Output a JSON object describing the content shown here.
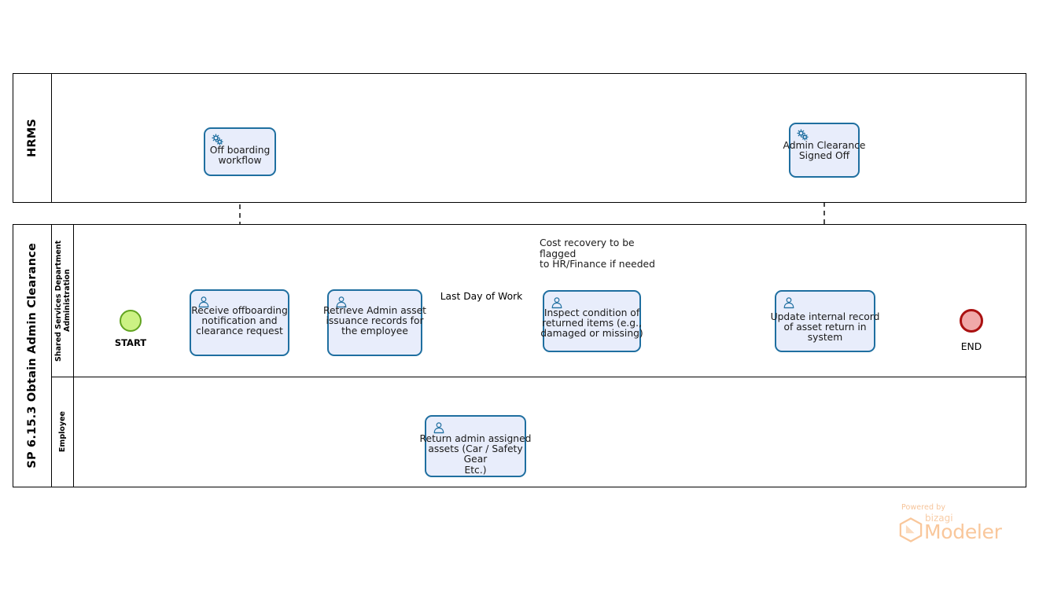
{
  "diagram": {
    "type": "bpmn",
    "notation": "BPMN 2.0 collaboration diagram"
  },
  "pools": [
    {
      "id": "hrms",
      "title": "HRMS",
      "lanes": []
    },
    {
      "id": "main",
      "title": "SP 6.15.3 Obtain Admin Clearance",
      "lanes": [
        {
          "id": "ssd",
          "label": "Shared Services Department\nAdministration"
        },
        {
          "id": "employee",
          "label": "Employee"
        }
      ]
    }
  ],
  "events": {
    "start": {
      "caption": "START",
      "type": "start-event"
    },
    "timer": {
      "caption": "Last Day of Work",
      "type": "intermediate-timer-event"
    },
    "end": {
      "caption": "END",
      "type": "end-event"
    }
  },
  "tasks": [
    {
      "id": "offboarding-workflow",
      "label": "Off boarding\nworkflow",
      "icon": "service-task-gear-icon",
      "lane": "hrms"
    },
    {
      "id": "admin-clearance-signed-off",
      "label": "Admin Clearance\nSigned Off",
      "icon": "service-task-gear-icon",
      "lane": "hrms"
    },
    {
      "id": "receive-offboarding-notification",
      "label": "Receive offboarding\nnotification and\nclearance request",
      "icon": "user-task-icon",
      "lane": "ssd"
    },
    {
      "id": "retrieve-admin-asset-records",
      "label": "Retrieve Admin asset\nissuance records for\nthe employee",
      "icon": "user-task-icon",
      "lane": "ssd"
    },
    {
      "id": "inspect-condition-returned-items",
      "label": "Inspect condition of\nreturned items (e.g.,\ndamaged or missing)",
      "icon": "user-task-icon",
      "lane": "ssd"
    },
    {
      "id": "update-internal-record",
      "label": "Update internal record\nof asset return in system",
      "icon": "user-task-icon",
      "lane": "ssd"
    },
    {
      "id": "return-admin-assigned-assets",
      "label": "Return admin  assigned\nassets (Car / Safety Gear\nEtc.)",
      "icon": "user-task-icon",
      "lane": "employee"
    }
  ],
  "annotations": [
    {
      "id": "cost-recovery-note",
      "text": "Cost recovery to be flagged\nto HR/Finance if needed"
    }
  ],
  "branding": {
    "powered_by": "Powered by",
    "brand": "bizagi",
    "product": "Modeler"
  },
  "colors": {
    "task_border": "#1F6FA0",
    "task_fill": "#E8EDFB",
    "start_border": "#62A420",
    "start_fill": "#CCF284",
    "end_border": "#AA1111",
    "end_fill": "#F0A9A9",
    "timer_stroke": "#8A8235",
    "timer_fill": "#E8E4BC",
    "pool_border": "#000000",
    "brand_color": "#F9C79B",
    "flow_stroke": "#000000"
  }
}
